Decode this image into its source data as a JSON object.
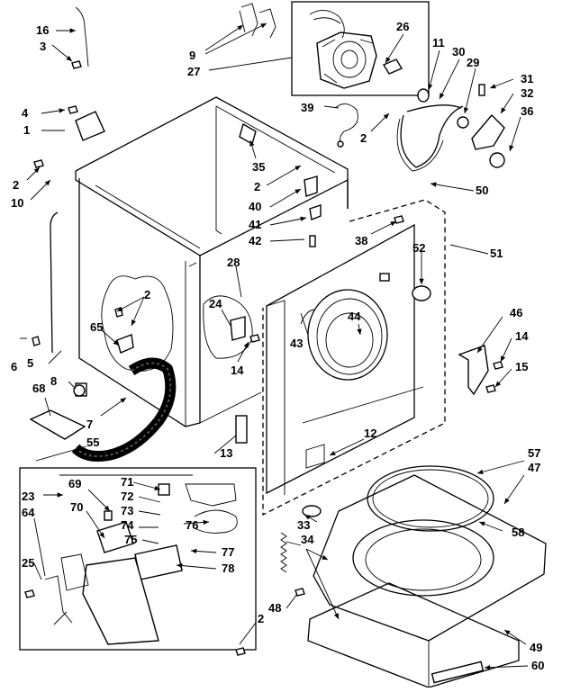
{
  "diagram": {
    "part_numbers": [
      "1",
      "2",
      "3",
      "4",
      "5",
      "6",
      "7",
      "8",
      "9",
      "10",
      "11",
      "12",
      "13",
      "14",
      "15",
      "16",
      "23",
      "24",
      "25",
      "26",
      "27",
      "28",
      "29",
      "30",
      "31",
      "32",
      "33",
      "34",
      "35",
      "36",
      "38",
      "39",
      "40",
      "41",
      "42",
      "43",
      "44",
      "46",
      "47",
      "48",
      "49",
      "50",
      "51",
      "52",
      "55",
      "57",
      "58",
      "60",
      "64",
      "65",
      "68",
      "69",
      "70",
      "71",
      "72",
      "73",
      "74",
      "75",
      "76",
      "77",
      "78"
    ]
  }
}
